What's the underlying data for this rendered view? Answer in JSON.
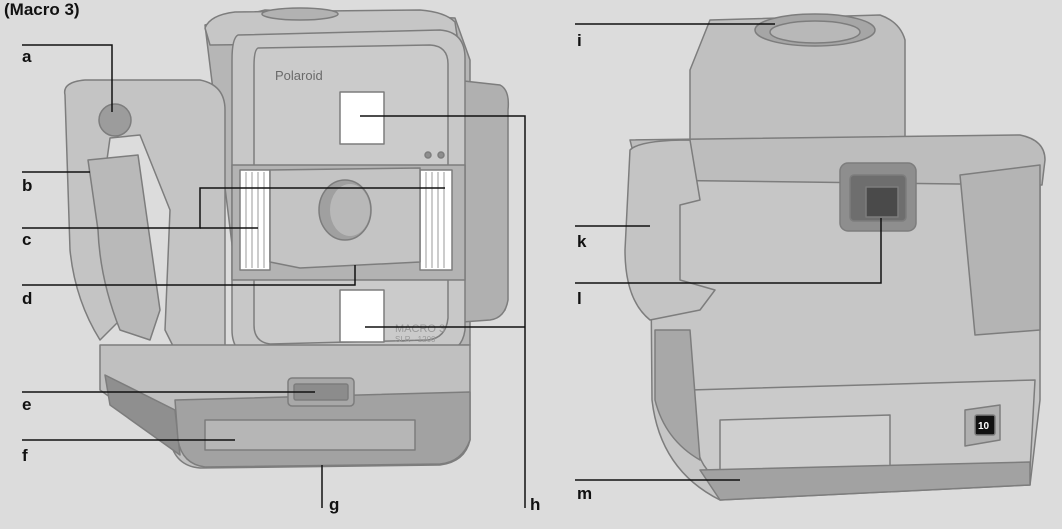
{
  "title": "(Macro 3)",
  "brand_text": "Polaroid",
  "model_text_line1": "MACRO 3",
  "model_text_line2": "SLR - 1200",
  "counter_text": "10",
  "labels": {
    "a": "a",
    "b": "b",
    "c": "c",
    "d": "d",
    "e": "e",
    "f": "f",
    "g": "g",
    "h": "h",
    "i": "i",
    "k": "k",
    "l": "l",
    "m": "m"
  },
  "colors": {
    "background": "#dcdcdc",
    "body": "#c2c2c2",
    "body_dark": "#a6a6a6",
    "outline": "#7d7d7d",
    "window": "#ffffff",
    "line": "#111111"
  }
}
